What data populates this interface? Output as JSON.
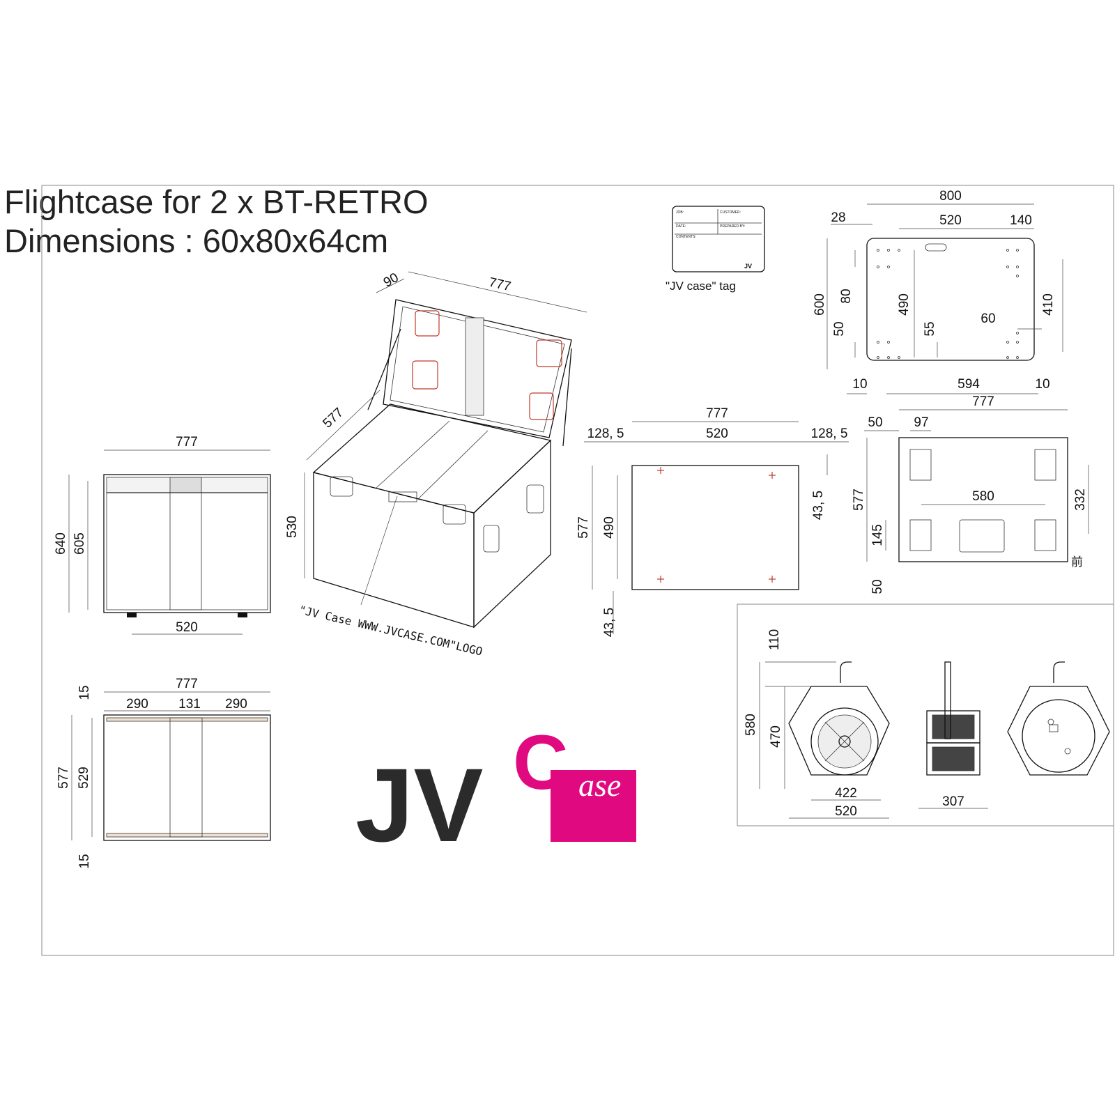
{
  "title": {
    "line1": "Flightcase for 2 x BT-RETRO",
    "line2": "Dimensions : 60x80x64cm"
  },
  "tag_caption": "\"JV case\" tag",
  "logo_note": "\"JV Case WWW.JVCASE.COM\"LOGO",
  "front_mark": "前",
  "tag_fields": [
    "JOB:",
    "CUSTOMER:",
    "DATE:",
    "PREPARED BY:",
    "CONTENTS:"
  ],
  "logo": {
    "jv": "JV",
    "c": "C",
    "case": "ase",
    "brand_color": "#e0097f",
    "dark_color": "#2b2b2b"
  },
  "dimensions": {
    "top_view": {
      "overall": "800",
      "left": "28",
      "center": "520",
      "right": "140",
      "height": "600",
      "h80": "80",
      "h50": "50",
      "h490": "490",
      "h55": "55",
      "h60": "60",
      "h410": "410",
      "b10a": "10",
      "b594": "594",
      "b10b": "10"
    },
    "iso": {
      "w90": "90",
      "w777": "777",
      "d577": "577",
      "h530": "530"
    },
    "front": {
      "width": "777",
      "h640": "640",
      "h605": "605",
      "wheel": "520"
    },
    "section": {
      "width": "777",
      "w290a": "290",
      "w131": "131",
      "w290b": "290",
      "t15a": "15",
      "h577": "577",
      "h529": "529",
      "t15b": "15"
    },
    "plate": {
      "width": "777",
      "left": "128, 5",
      "center": "520",
      "right": "128, 5",
      "h577": "577",
      "h490": "490",
      "h43a": "43, 5",
      "h43b": "43, 5"
    },
    "lid": {
      "width": "777",
      "w50": "50",
      "w97": "97",
      "w580": "580",
      "h577": "577",
      "h332": "332",
      "h145": "145",
      "h50": "50"
    },
    "fixture": {
      "h110": "110",
      "h580": "580",
      "h470": "470",
      "w422": "422",
      "w520": "520",
      "w307": "307"
    }
  }
}
